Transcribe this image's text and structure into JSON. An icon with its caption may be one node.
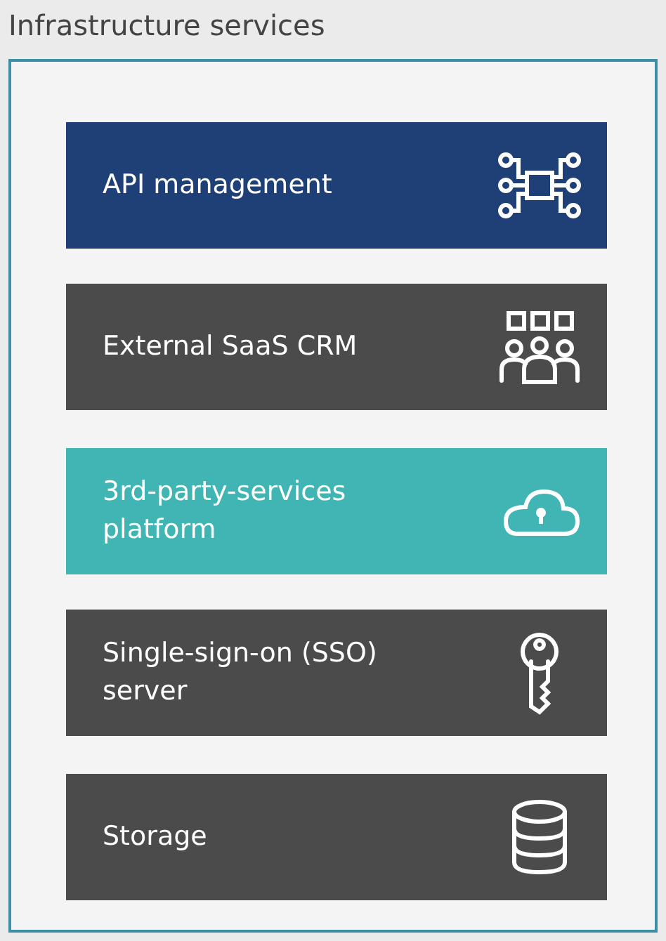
{
  "diagram": {
    "nodes": [
      {
        "text": [
          "Infrastructure services"
        ]
      },
      {
        "text": [
          "API management"
        ],
        "in": 0
      },
      {
        "text": [
          "External SaaS CRM"
        ],
        "in": 0
      },
      {
        "text": [
          "3rd-party-services platform"
        ],
        "in": 0
      },
      {
        "text": [
          "Single-sign-on (SSO) server"
        ],
        "in": 0
      },
      {
        "text": [
          "Storage"
        ],
        "in": 0
      }
    ]
  }
}
